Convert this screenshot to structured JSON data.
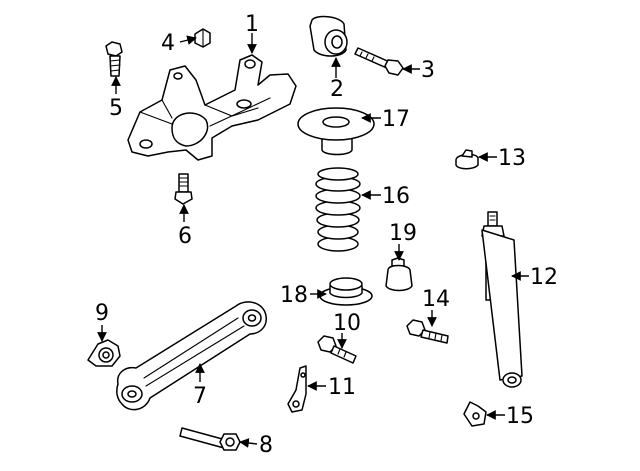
{
  "diagram": {
    "callouts": [
      {
        "id": "1",
        "label": "1"
      },
      {
        "id": "2",
        "label": "2"
      },
      {
        "id": "3",
        "label": "3"
      },
      {
        "id": "4",
        "label": "4"
      },
      {
        "id": "5",
        "label": "5"
      },
      {
        "id": "6",
        "label": "6"
      },
      {
        "id": "7",
        "label": "7"
      },
      {
        "id": "8",
        "label": "8"
      },
      {
        "id": "9",
        "label": "9"
      },
      {
        "id": "10",
        "label": "10"
      },
      {
        "id": "11",
        "label": "11"
      },
      {
        "id": "12",
        "label": "12"
      },
      {
        "id": "13",
        "label": "13"
      },
      {
        "id": "14",
        "label": "14"
      },
      {
        "id": "15",
        "label": "15"
      },
      {
        "id": "16",
        "label": "16"
      },
      {
        "id": "17",
        "label": "17"
      },
      {
        "id": "18",
        "label": "18"
      },
      {
        "id": "19",
        "label": "19"
      }
    ]
  }
}
